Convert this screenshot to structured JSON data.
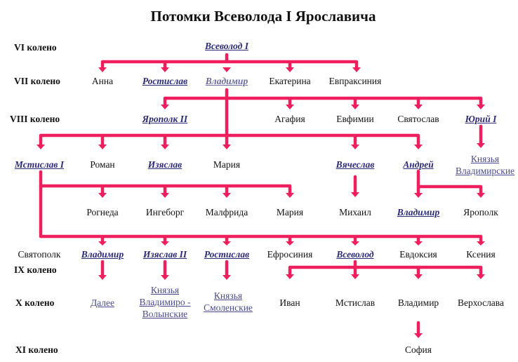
{
  "title": "Потомки Всеволода I Ярославича",
  "levels": {
    "vi": "VI колено",
    "vii": "VII колено",
    "viii": "VIII колено",
    "ix": "IX колено",
    "x": "X колено",
    "xi": "XI колено"
  },
  "people": {
    "vsevolod_i": "Всеволод I",
    "anna": "Анна",
    "rostislav_vii": "Ростислав",
    "vladimir_vii": "Владимир",
    "ekaterina": "Екатерина",
    "evpraksiniya": "Евпраксиния",
    "yaropolk_ii": "Ярополк II",
    "agafiya": "Агафия",
    "evfimii": "Евфимии",
    "svyatoslav": "Святослав",
    "yuriy_i": "Юрий I",
    "knyazya_vladimirskie": "Князья Владимирские",
    "mstislav_i": "Мстислав I",
    "roman": "Роман",
    "izyaslav": "Изяслав",
    "mariya_1": "Мария",
    "vyacheslav": "Вячеслав",
    "andrey": "Андрей",
    "rogneda": "Рогнеда",
    "ingeborg": "Ингеборг",
    "malfrida": "Малфрида",
    "mariya_2": "Мария",
    "mikhail": "Михаил",
    "vladimir_andreevich": "Владимир",
    "yaropolk": "Ярополк",
    "svyatopolk": "Святополк",
    "vladimir_ix": "Владимир",
    "izyaslav_ii": "Изяслав II",
    "rostislav_ix": "Ростислав",
    "efrosiniya": "Ефросиния",
    "vsevolod_ix": "Всеволод",
    "evdoksiya": "Евдоксия",
    "kseniya": "Ксения",
    "dalee": "Далее",
    "knyazya_vladimiro_volynskie": "Князья Владимиро - Волынские",
    "knyazya_smolenskie": "Князья Смоленские",
    "ivan": "Иван",
    "mstislav_x": "Мстислав",
    "vladimir_x": "Владимир",
    "verkhoslava": "Верхослава",
    "sofiya": "София"
  },
  "colors": {
    "connector": "#ef1e5c",
    "link": "#2b2b7a"
  }
}
